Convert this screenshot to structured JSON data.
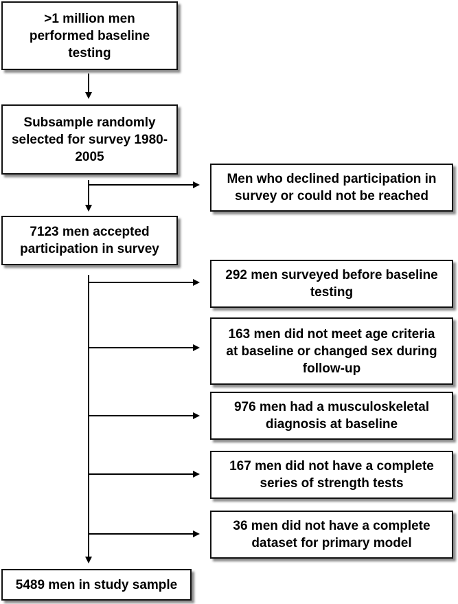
{
  "flowchart": {
    "main_steps": [
      ">1 million men\nperformed baseline\ntesting",
      "Subsample randomly\nselected for survey 1980-\n2005",
      "7123 men accepted\nparticipation in survey",
      "5489 men in study sample"
    ],
    "exclusions": [
      "Men who declined participation in\nsurvey or could not be reached",
      "292 men surveyed before baseline\ntesting",
      "163 men did not meet age criteria\nat baseline or changed sex during\nfollow-up",
      "976 men had a musculoskeletal\ndiagnosis at baseline",
      "167 men did not have a complete\nseries of strength tests",
      "36 men did not have a complete\ndataset for primary model"
    ]
  }
}
